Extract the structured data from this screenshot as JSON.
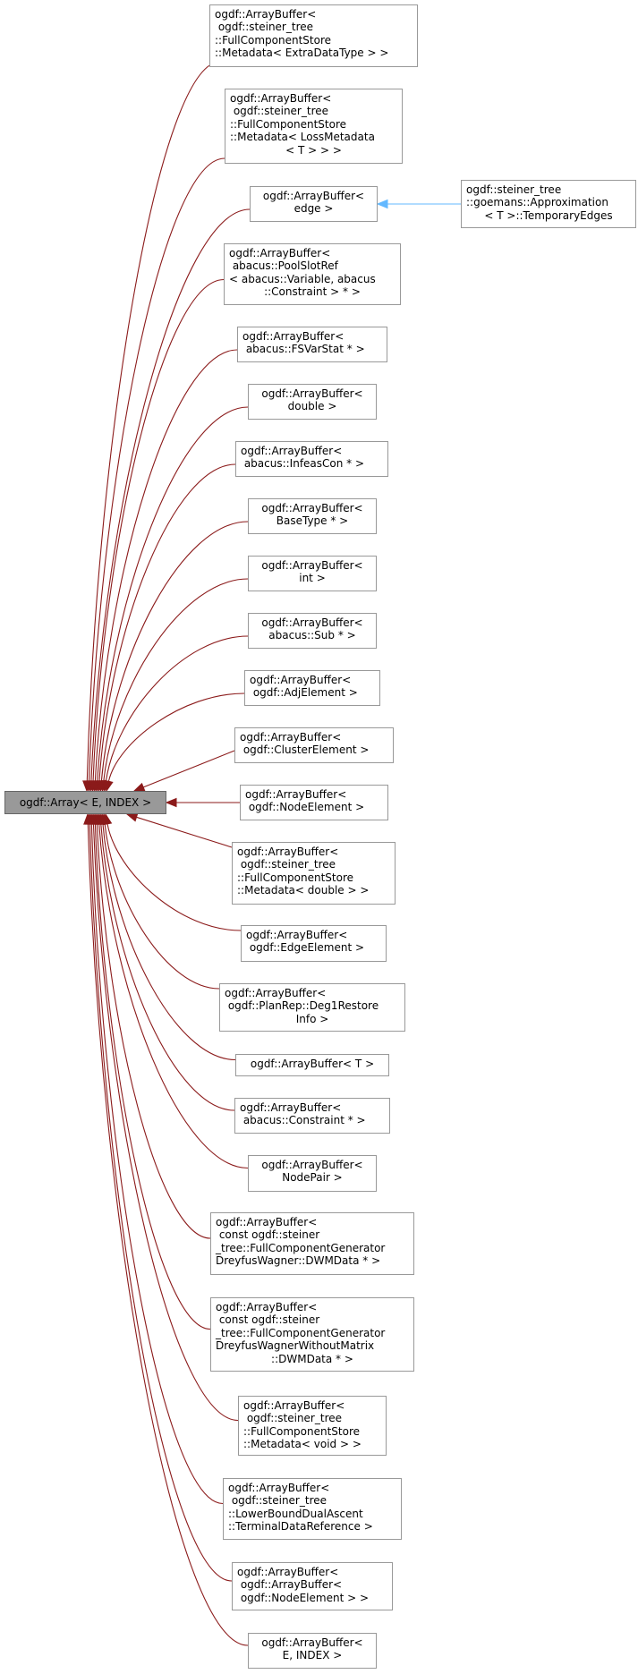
{
  "root": {
    "label": [
      "ogdf::Array< E, INDEX >"
    ]
  },
  "children": [
    {
      "label": [
        "ogdf::ArrayBuffer<",
        " ogdf::steiner_tree",
        "::FullComponentStore",
        "::Metadata< ExtraDataType > >"
      ]
    },
    {
      "label": [
        "ogdf::ArrayBuffer<",
        " ogdf::steiner_tree",
        "::FullComponentStore",
        "::Metadata< LossMetadata",
        "< T > > >"
      ]
    },
    {
      "label": [
        "ogdf::ArrayBuffer<",
        "edge >"
      ]
    },
    {
      "label": [
        "ogdf::ArrayBuffer<",
        " abacus::PoolSlotRef",
        "< abacus::Variable, abacus",
        "::Constraint > * >"
      ]
    },
    {
      "label": [
        "ogdf::ArrayBuffer<",
        " abacus::FSVarStat * >"
      ]
    },
    {
      "label": [
        "ogdf::ArrayBuffer<",
        "double >"
      ]
    },
    {
      "label": [
        "ogdf::ArrayBuffer<",
        " abacus::InfeasCon * >"
      ]
    },
    {
      "label": [
        "ogdf::ArrayBuffer<",
        "BaseType * >"
      ]
    },
    {
      "label": [
        "ogdf::ArrayBuffer<",
        "int >"
      ]
    },
    {
      "label": [
        "ogdf::ArrayBuffer<",
        "abacus::Sub * >"
      ]
    },
    {
      "label": [
        "ogdf::ArrayBuffer<",
        " ogdf::AdjElement >"
      ]
    },
    {
      "label": [
        "ogdf::ArrayBuffer<",
        " ogdf::ClusterElement >"
      ]
    },
    {
      "label": [
        "ogdf::ArrayBuffer<",
        " ogdf::NodeElement >"
      ]
    },
    {
      "label": [
        "ogdf::ArrayBuffer<",
        " ogdf::steiner_tree",
        "::FullComponentStore",
        "::Metadata< double > >"
      ]
    },
    {
      "label": [
        "ogdf::ArrayBuffer<",
        " ogdf::EdgeElement >"
      ]
    },
    {
      "label": [
        "ogdf::ArrayBuffer<",
        " ogdf::PlanRep::Deg1Restore",
        "Info >"
      ]
    },
    {
      "label": [
        "ogdf::ArrayBuffer< T >"
      ]
    },
    {
      "label": [
        "ogdf::ArrayBuffer<",
        " abacus::Constraint * >"
      ]
    },
    {
      "label": [
        "ogdf::ArrayBuffer<",
        "NodePair >"
      ]
    },
    {
      "label": [
        "ogdf::ArrayBuffer<",
        " const ogdf::steiner",
        "_tree::FullComponentGenerator",
        "DreyfusWagner::DWMData * >"
      ]
    },
    {
      "label": [
        "ogdf::ArrayBuffer<",
        " const ogdf::steiner",
        "_tree::FullComponentGenerator",
        "DreyfusWagnerWithoutMatrix",
        "::DWMData * >"
      ]
    },
    {
      "label": [
        "ogdf::ArrayBuffer<",
        " ogdf::steiner_tree",
        "::FullComponentStore",
        "::Metadata< void > >"
      ]
    },
    {
      "label": [
        "ogdf::ArrayBuffer<",
        " ogdf::steiner_tree",
        "::LowerBoundDualAscent",
        "::TerminalDataReference >"
      ]
    },
    {
      "label": [
        "ogdf::ArrayBuffer<",
        " ogdf::ArrayBuffer<",
        " ogdf::NodeElement > >"
      ]
    },
    {
      "label": [
        "ogdf::ArrayBuffer<",
        "E, INDEX >"
      ]
    }
  ],
  "grandchild": {
    "parent_index": 2,
    "label": [
      "ogdf::steiner_tree",
      "::goemans::Approximation",
      "< T >::TemporaryEdges"
    ]
  },
  "colors": {
    "inherit_edge": "#8b1a1a",
    "derived_edge": "#63b8ff",
    "root_fill": "#999999",
    "node_border": "#999999"
  }
}
